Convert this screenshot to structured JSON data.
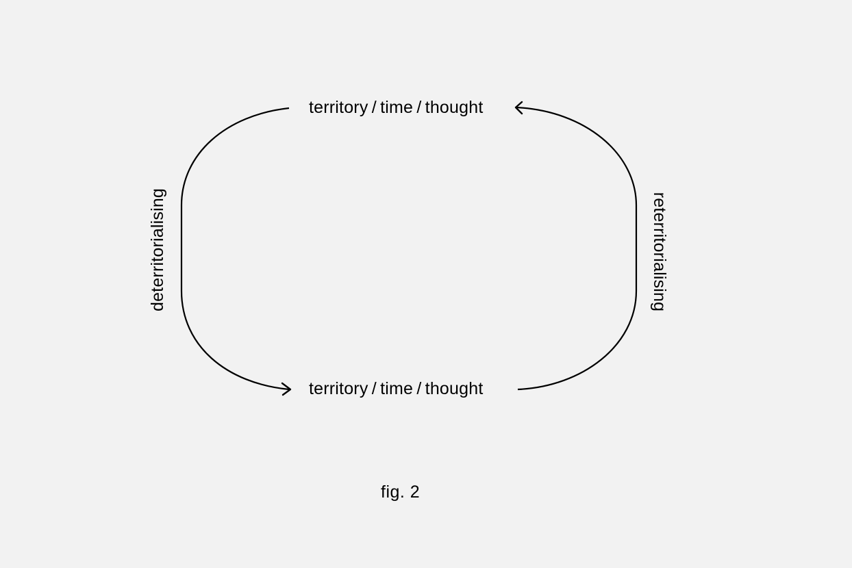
{
  "diagram": {
    "top_node": "territory / time / thought",
    "bottom_node": "territory / time / thought",
    "left_label": "deterritorialising",
    "right_label": "reterritorialising",
    "caption": "fig. 2"
  },
  "colors": {
    "background": "#f2f2f2",
    "ink": "#000000"
  }
}
